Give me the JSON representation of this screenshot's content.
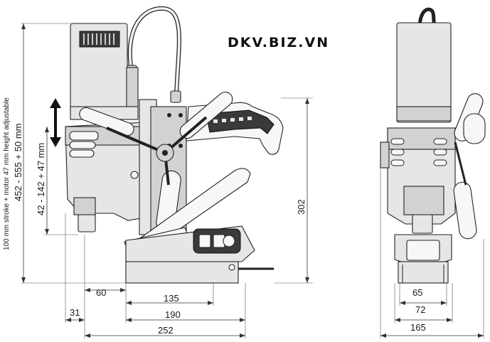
{
  "watermark": "DKV.BIZ.VN",
  "side_view": {
    "label_height_range": "452 - 555 + 50 mm",
    "label_adjust_note": "100 mm stroke + motor 47 mm height adjustable",
    "label_feed": "42 - 142 + 47 mm",
    "label_302": "302",
    "label_60": "60",
    "label_135": "135",
    "label_31": "31",
    "label_190": "190",
    "label_252": "252"
  },
  "front_view": {
    "label_65": "65",
    "label_72": "72",
    "label_165": "165"
  }
}
